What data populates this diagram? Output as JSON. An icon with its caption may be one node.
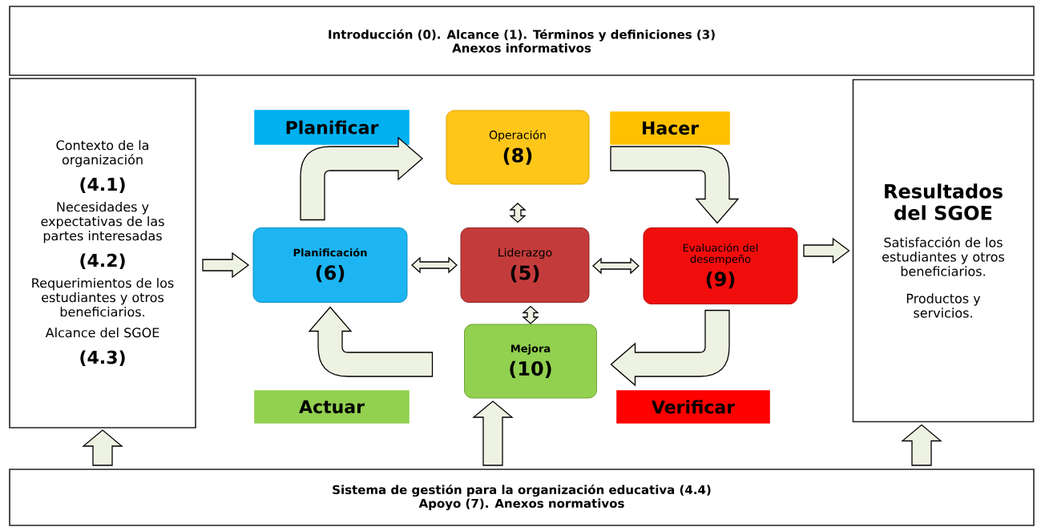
{
  "diagram": {
    "nodes": [
      {
        "text": [
          "Introducción (0). Alcance (1). Términos y definiciones (3) Anexos informativos"
        ]
      },
      {
        "text": [
          "Contexto de la organización",
          "(4.1)",
          "Necesidades y expectativas de las partes interesadas",
          "(4.2)",
          "Requerimientos de los estudiantes y otros beneficiarios.",
          "Alcance del SGOE",
          "(4.3)"
        ]
      },
      {
        "text": [
          "Planificación",
          "(6)"
        ]
      },
      {
        "text": [
          "Operación",
          "(8)"
        ]
      },
      {
        "text": [
          "Liderazgo",
          "(5)"
        ]
      },
      {
        "text": [
          "Evaluación del desempeño",
          "(9)"
        ]
      },
      {
        "text": [
          "Mejora",
          "(10)"
        ]
      },
      {
        "text": [
          "Resultados del SGOE",
          "Satisfacción de los estudiantes y otros beneficiarios.",
          "Productos y servicios."
        ]
      },
      {
        "text": [
          "Sistema de gestión para la organización educativa (4.4) Apoyo (7). Anexos normativos"
        ]
      },
      {
        "text": [
          "Planificar"
        ]
      },
      {
        "text": [
          "Hacer"
        ]
      },
      {
        "text": [
          "Actuar"
        ]
      },
      {
        "text": [
          "Verificar"
        ]
      }
    ],
    "edges": [
      {
        "from": 1,
        "to": 2,
        "arrow": "to"
      },
      {
        "from": 2,
        "to": 3,
        "arrow": "to"
      },
      {
        "from": 3,
        "to": 5,
        "arrow": "to"
      },
      {
        "from": 5,
        "to": 6,
        "arrow": "to"
      },
      {
        "from": 6,
        "to": 2,
        "arrow": "to"
      },
      {
        "from": 4,
        "to": 3,
        "arrow": "both"
      },
      {
        "from": 4,
        "to": 2,
        "arrow": "both"
      },
      {
        "from": 4,
        "to": 5,
        "arrow": "both"
      },
      {
        "from": 4,
        "to": 6,
        "arrow": "both"
      },
      {
        "from": 5,
        "to": 7,
        "arrow": "to"
      },
      {
        "from": 8,
        "to": 1,
        "arrow": "to"
      },
      {
        "from": 8,
        "to": 6,
        "arrow": "to"
      },
      {
        "from": 8,
        "to": 7,
        "arrow": "to"
      }
    ]
  }
}
